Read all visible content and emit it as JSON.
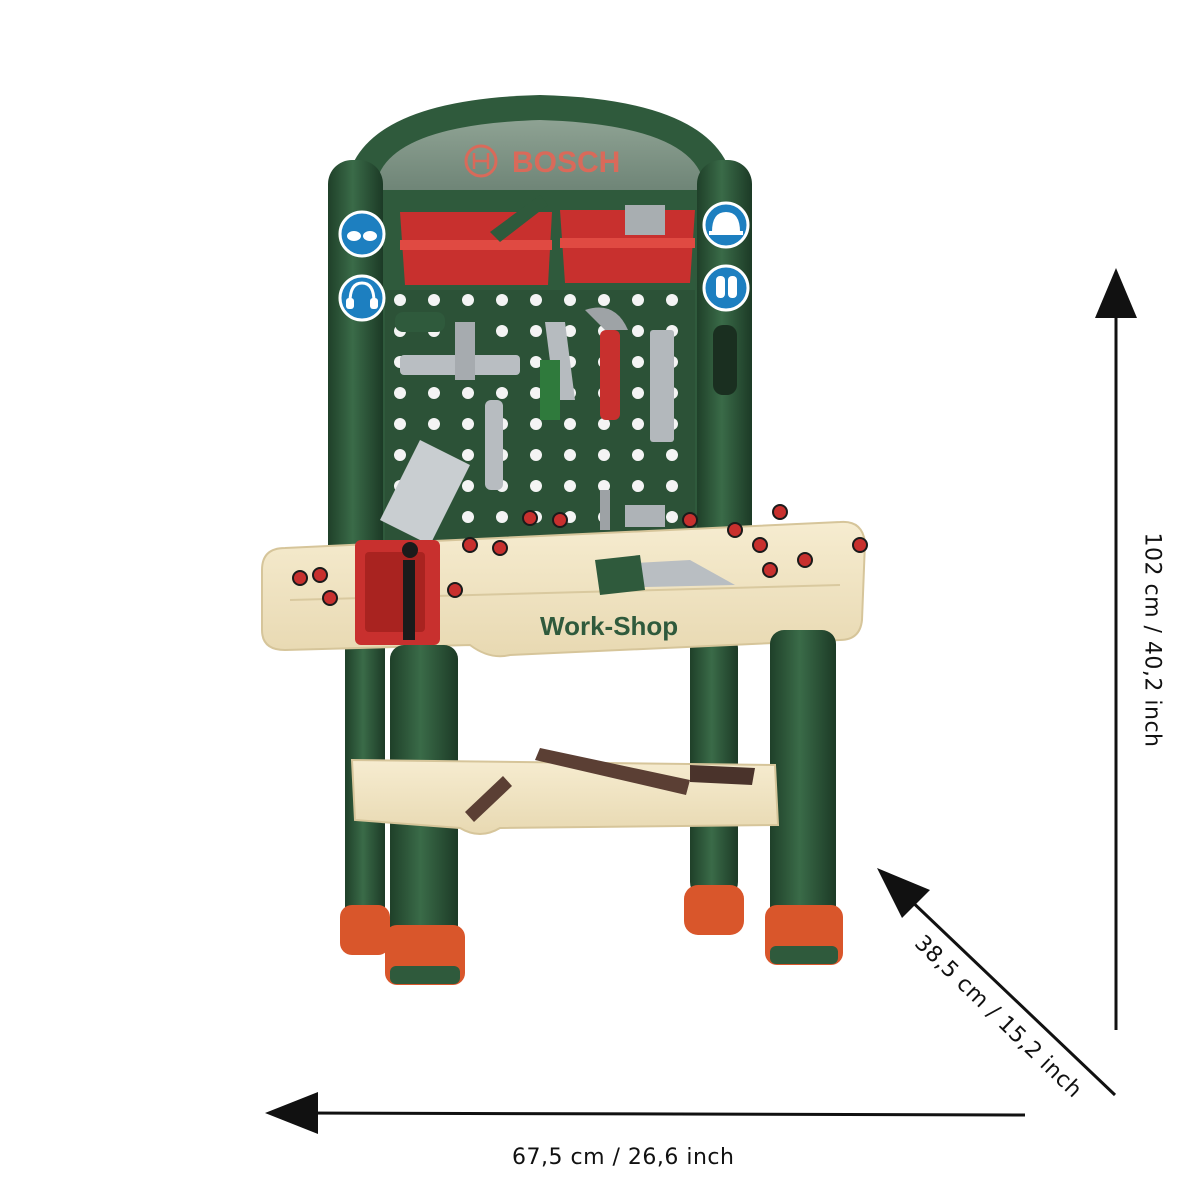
{
  "product": {
    "brand": "BOSCH",
    "plaque_text": "Work-Shop"
  },
  "dimensions": {
    "width": "67,5 cm / 26,6 inch",
    "height": "102 cm / 40,2 inch",
    "depth": "38,5 cm / 15,2 inch"
  },
  "colors": {
    "background": "#ffffff",
    "bench_green": "#2f5a3c",
    "panel_grey": "#7f9486",
    "cream": "#f3e6c4",
    "red": "#c8302e",
    "foot_orange": "#d9562b",
    "arrow": "#111111",
    "logo_text": "#d96a5a"
  },
  "icons": [
    "goggles-icon",
    "ear-protection-icon",
    "helmet-icon",
    "gloves-icon"
  ]
}
